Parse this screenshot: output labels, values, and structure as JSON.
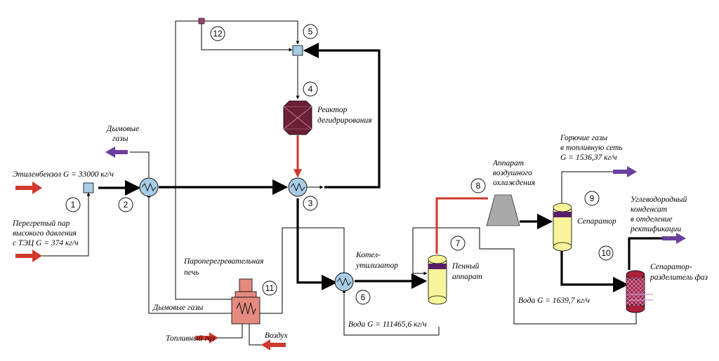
{
  "labels": {
    "flue_gases_top": [
      "Дымовые",
      "газы"
    ],
    "ethylbenzene": "Этиленбензол G = 33000 кг/ч",
    "steam": [
      "Перегретый пар",
      "высокого давления",
      "с ТЭЦ G = 374 кг/ч"
    ],
    "reactor": [
      "Реактор",
      "дегидрирования"
    ],
    "furnace": [
      "Пароперегревательная",
      "печь"
    ],
    "flue_gases_bottom": "Дымовые газы",
    "fuel_gas": "Топливный газ",
    "air": "Воздух",
    "waste_boiler": [
      "Котел-",
      "утилизатор"
    ],
    "water_boiler": "Вода G = 111465,6 кг/ч",
    "foam": [
      "Пенный",
      "аппарат"
    ],
    "air_cooler": [
      "Аппарат",
      "воздушного",
      "охлаждения"
    ],
    "fuel_gases": [
      "Горючие газы",
      "в топливную сеть",
      "G = 1536,37 кг/ч"
    ],
    "separator": "Сепаратор",
    "condensate": [
      "Углеводородный",
      "конденсат",
      "в отделение",
      "ректификации"
    ],
    "phase_separator": [
      "Сепаратор-",
      "разделитель фаз"
    ],
    "water_sep": "Вода G = 1639,7 кг/ч"
  },
  "numbers": [
    "1",
    "2",
    "3",
    "4",
    "5",
    "6",
    "7",
    "8",
    "9",
    "10",
    "11",
    "12"
  ],
  "colors": {
    "feed_arrow": "#d0392b",
    "product_arrow": "#6b3fa0",
    "mixer": "#a8cce4",
    "reactor": "#6b2035",
    "furnace": "#e58a7f",
    "vessel": "#f7f49a",
    "vessel_band": "#5a1f6b",
    "air_cooler": "#a9a9a9",
    "phase_separator": "#a8203a"
  }
}
